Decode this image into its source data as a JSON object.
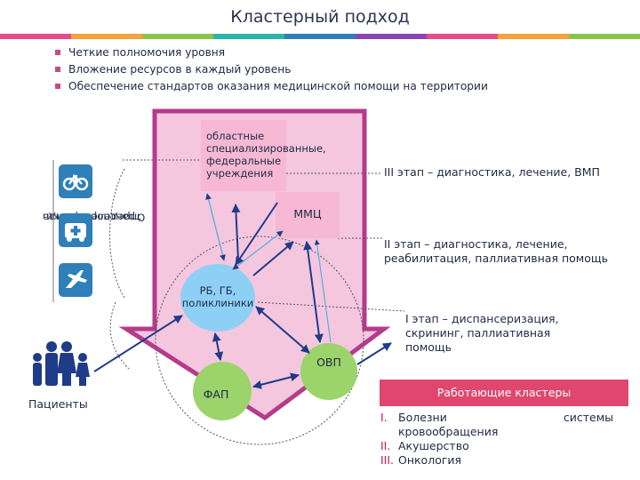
{
  "title": "Кластерный подход",
  "colors": {
    "bar": [
      "#e84a8b",
      "#f4a23b",
      "#8bc34a",
      "#29b6a8",
      "#2f7fb8",
      "#8e44ad",
      "#e84a8b",
      "#f4a23b",
      "#8bc34a"
    ],
    "arrow_fill": "#f4c7df",
    "arrow_stroke": "#b53b8b",
    "node_pink": "#f7b8d4",
    "node_blue": "#8ed0f5",
    "node_green": "#9bd46a",
    "icon_blue": "#2f7fb8",
    "cluster_header": "#e0476e"
  },
  "bullets": [
    "Четкие полномочия уровня",
    "Вложение ресурсов в каждый уровень",
    "Обеспечение стандартов оказания медицинской помощи на территории"
  ],
  "transport": {
    "label_line1": "Определение вида",
    "label_line2": "транспортировки",
    "icons": [
      "bicycle-icon",
      "ambulance-icon",
      "airplane-icon"
    ]
  },
  "nodes": {
    "regional": [
      "областные",
      "специализированные,",
      "федеральные",
      "учреждения"
    ],
    "mmc": "ММЦ",
    "rb": [
      "РБ, ГБ,",
      "поликлиники"
    ],
    "fap": "ФАП",
    "ovp": "ОВП"
  },
  "stages": {
    "s3": [
      "III этап – диагностика, лечение, ВМП"
    ],
    "s2": [
      "II этап – диагностика, лечение,",
      "реабилитация, паллиативная помощь"
    ],
    "s1": [
      "I этап – диспансеризация,",
      "скрининг, паллиативная",
      "помощь"
    ]
  },
  "patients_label": "Пациенты",
  "clusters": {
    "header": "Работающие кластеры",
    "items": [
      {
        "num": "I.",
        "line1": "Болезни",
        "line1_right": "системы",
        "line2": "кровообращения"
      },
      {
        "num": "II.",
        "line1": "Акушерство"
      },
      {
        "num": "III.",
        "line1": "Онкология"
      }
    ]
  }
}
